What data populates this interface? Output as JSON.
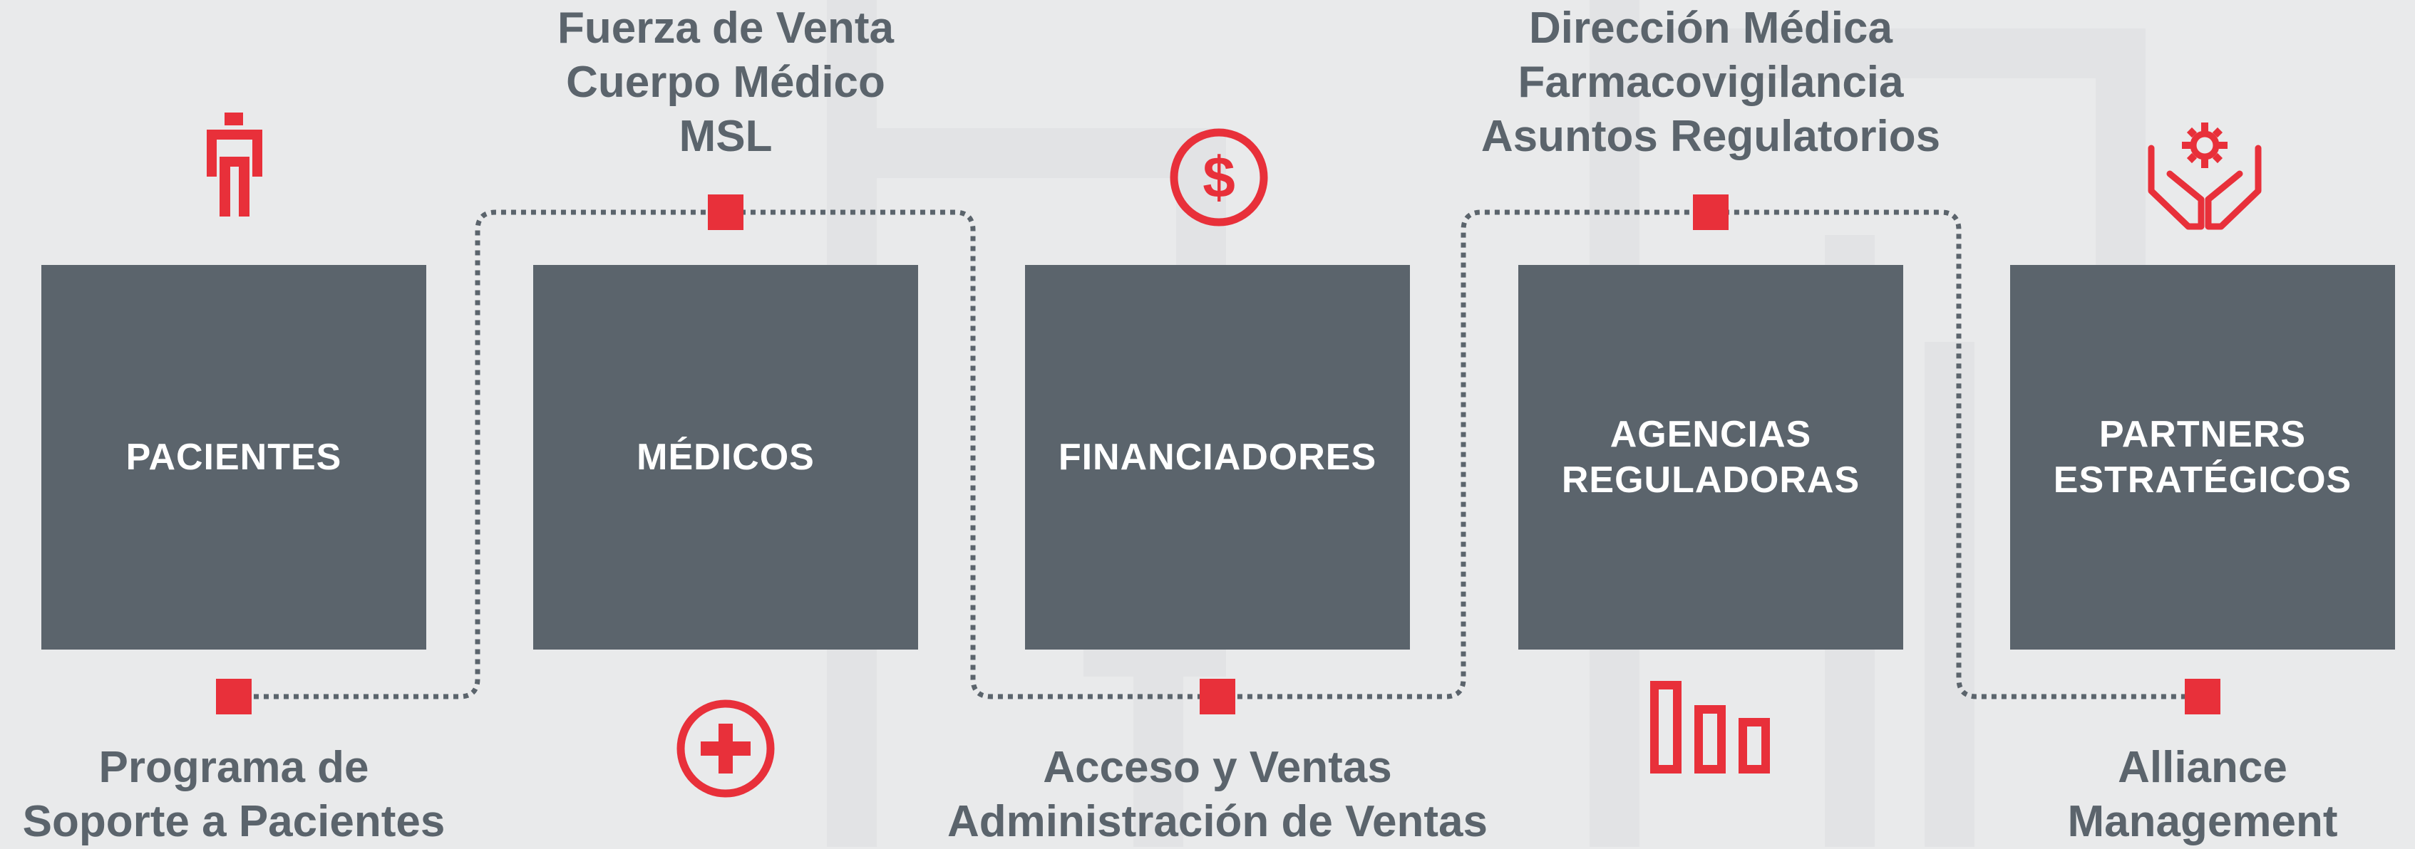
{
  "colors": {
    "background": "#e9eaeb",
    "box": "#5b646c",
    "accent": "#e8303a",
    "text": "#5b646c"
  },
  "stakeholders": [
    {
      "name": "PACIENTES",
      "roles": "Programa de\nSoporte a Pacientes",
      "icon": "person-icon"
    },
    {
      "name": "MÉDICOS",
      "roles": "Fuerza de Venta\nCuerpo Médico\nMSL",
      "icon": "medical-cross-icon"
    },
    {
      "name": "FINANCIADORES",
      "roles": "Acceso y Ventas\nAdministración de Ventas",
      "icon": "dollar-icon"
    },
    {
      "name": "AGENCIAS\nREGULADORAS",
      "roles": "Dirección Médica\nFarmacovigilancia\nAsuntos Regulatorios",
      "icon": "bar-chart-icon"
    },
    {
      "name": "PARTNERS\nESTRATÉGICOS",
      "roles": "Alliance\nManagement",
      "icon": "hands-gear-icon"
    }
  ]
}
